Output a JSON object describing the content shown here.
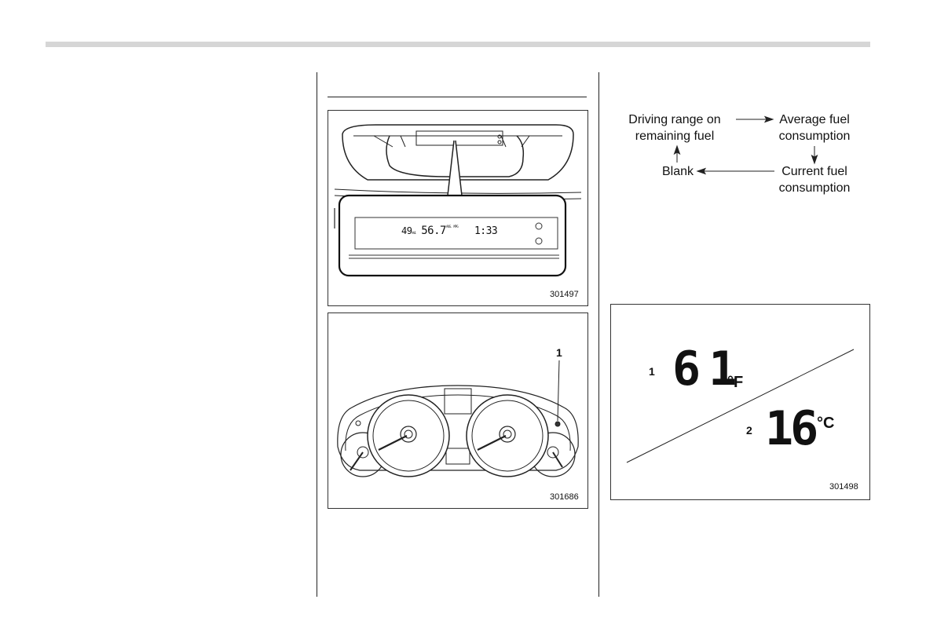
{
  "figures": {
    "fig1": {
      "code": "301497",
      "display": {
        "range_digits": "49",
        "range_unit": "mi",
        "avg_value": "56.7",
        "avg_unit": "AVG. MPG",
        "time": "1:33"
      }
    },
    "fig2": {
      "code": "301686",
      "callout": "1"
    },
    "fig3": {
      "code": "301498",
      "callout_1": "1",
      "temp_f_value": "61",
      "temp_f_unit": "°F",
      "callout_2": "2",
      "temp_c_value": "16",
      "temp_c_unit": "°C"
    }
  },
  "flow": {
    "driving_range": [
      "Driving range on",
      "remaining fuel"
    ],
    "average": [
      "Average fuel",
      "consumption"
    ],
    "current": [
      "Current fuel",
      "consumption"
    ],
    "blank": "Blank"
  }
}
